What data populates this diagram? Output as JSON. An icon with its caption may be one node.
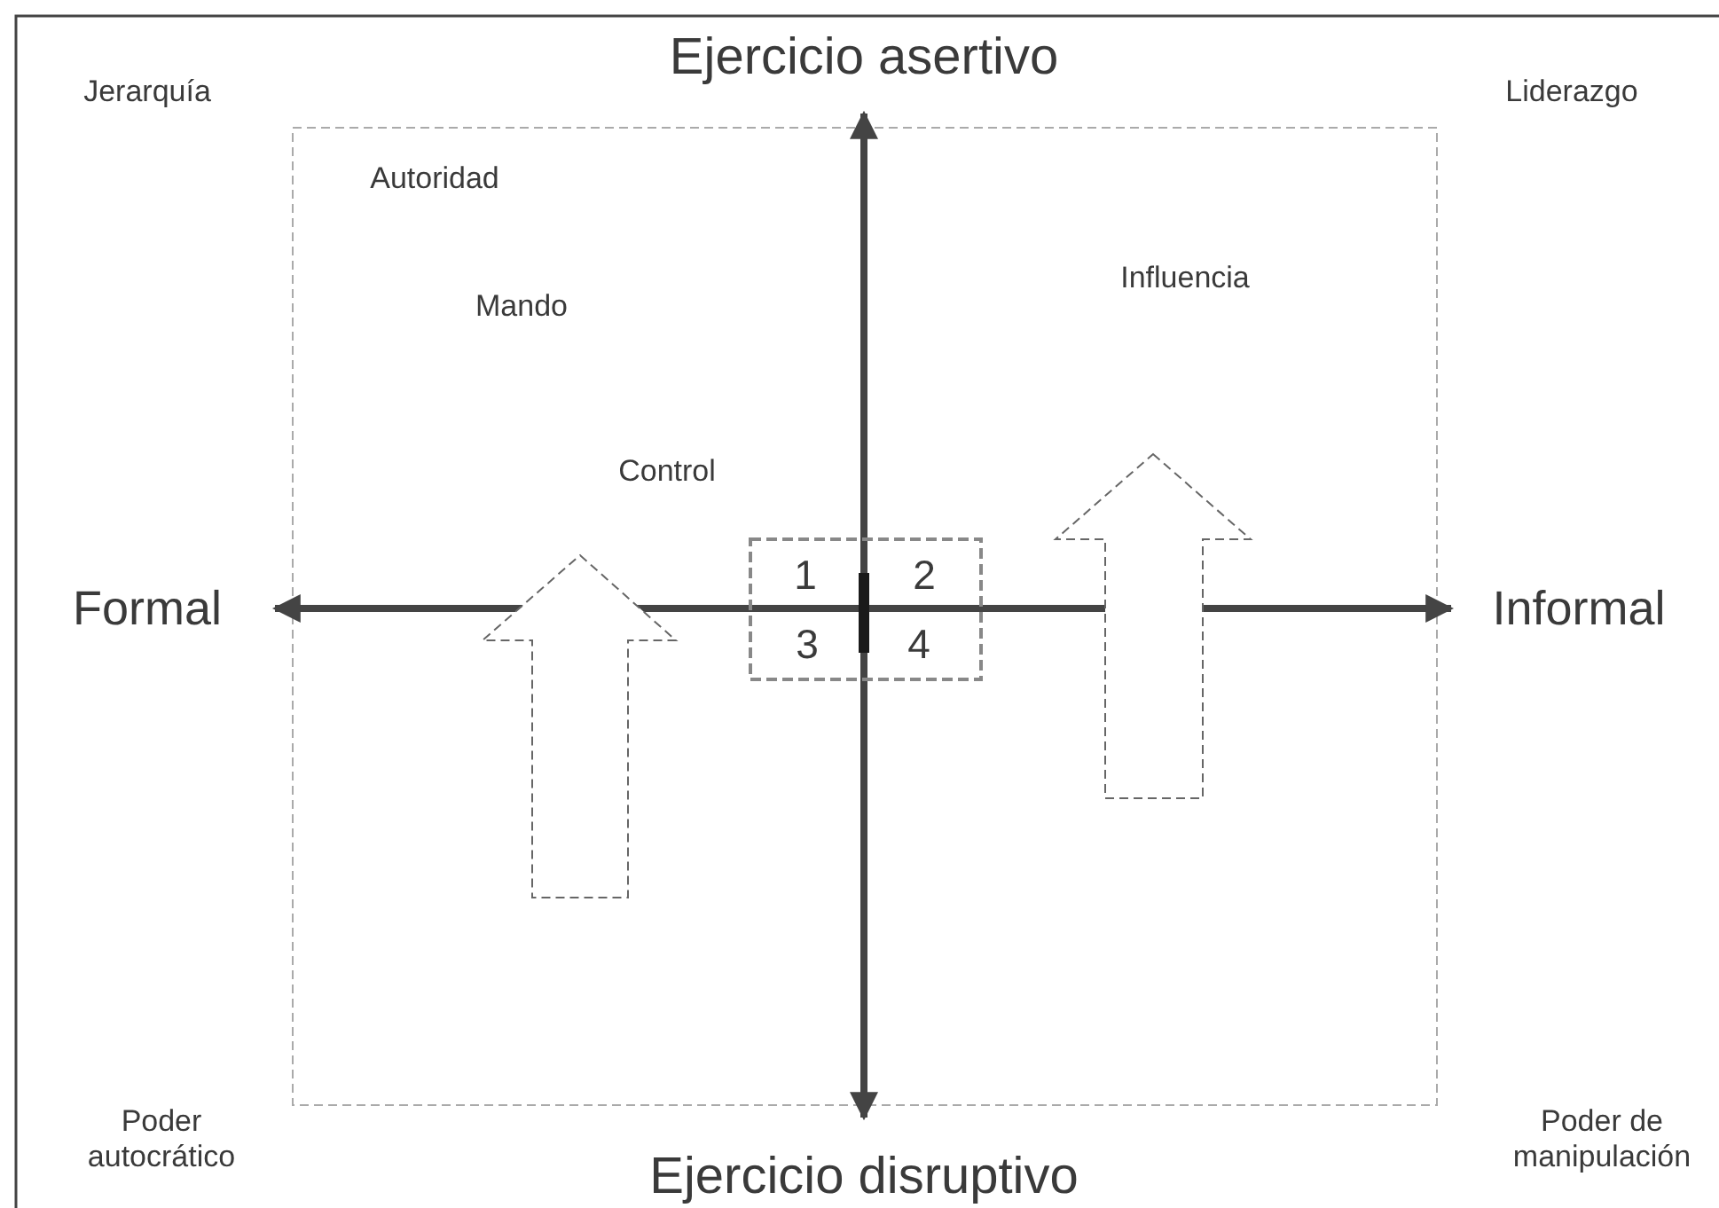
{
  "diagram": {
    "labels": [
      "Ejercicio asertivo",
      "Jerarquía",
      "Liderazgo",
      "Autoridad",
      "Influencia",
      "Mando",
      "Control",
      "1",
      "2",
      "Formal",
      "Informal",
      "3",
      "4",
      "Poder autocrático",
      "Poder de manipulación",
      "Ejercicio disruptivo"
    ]
  }
}
